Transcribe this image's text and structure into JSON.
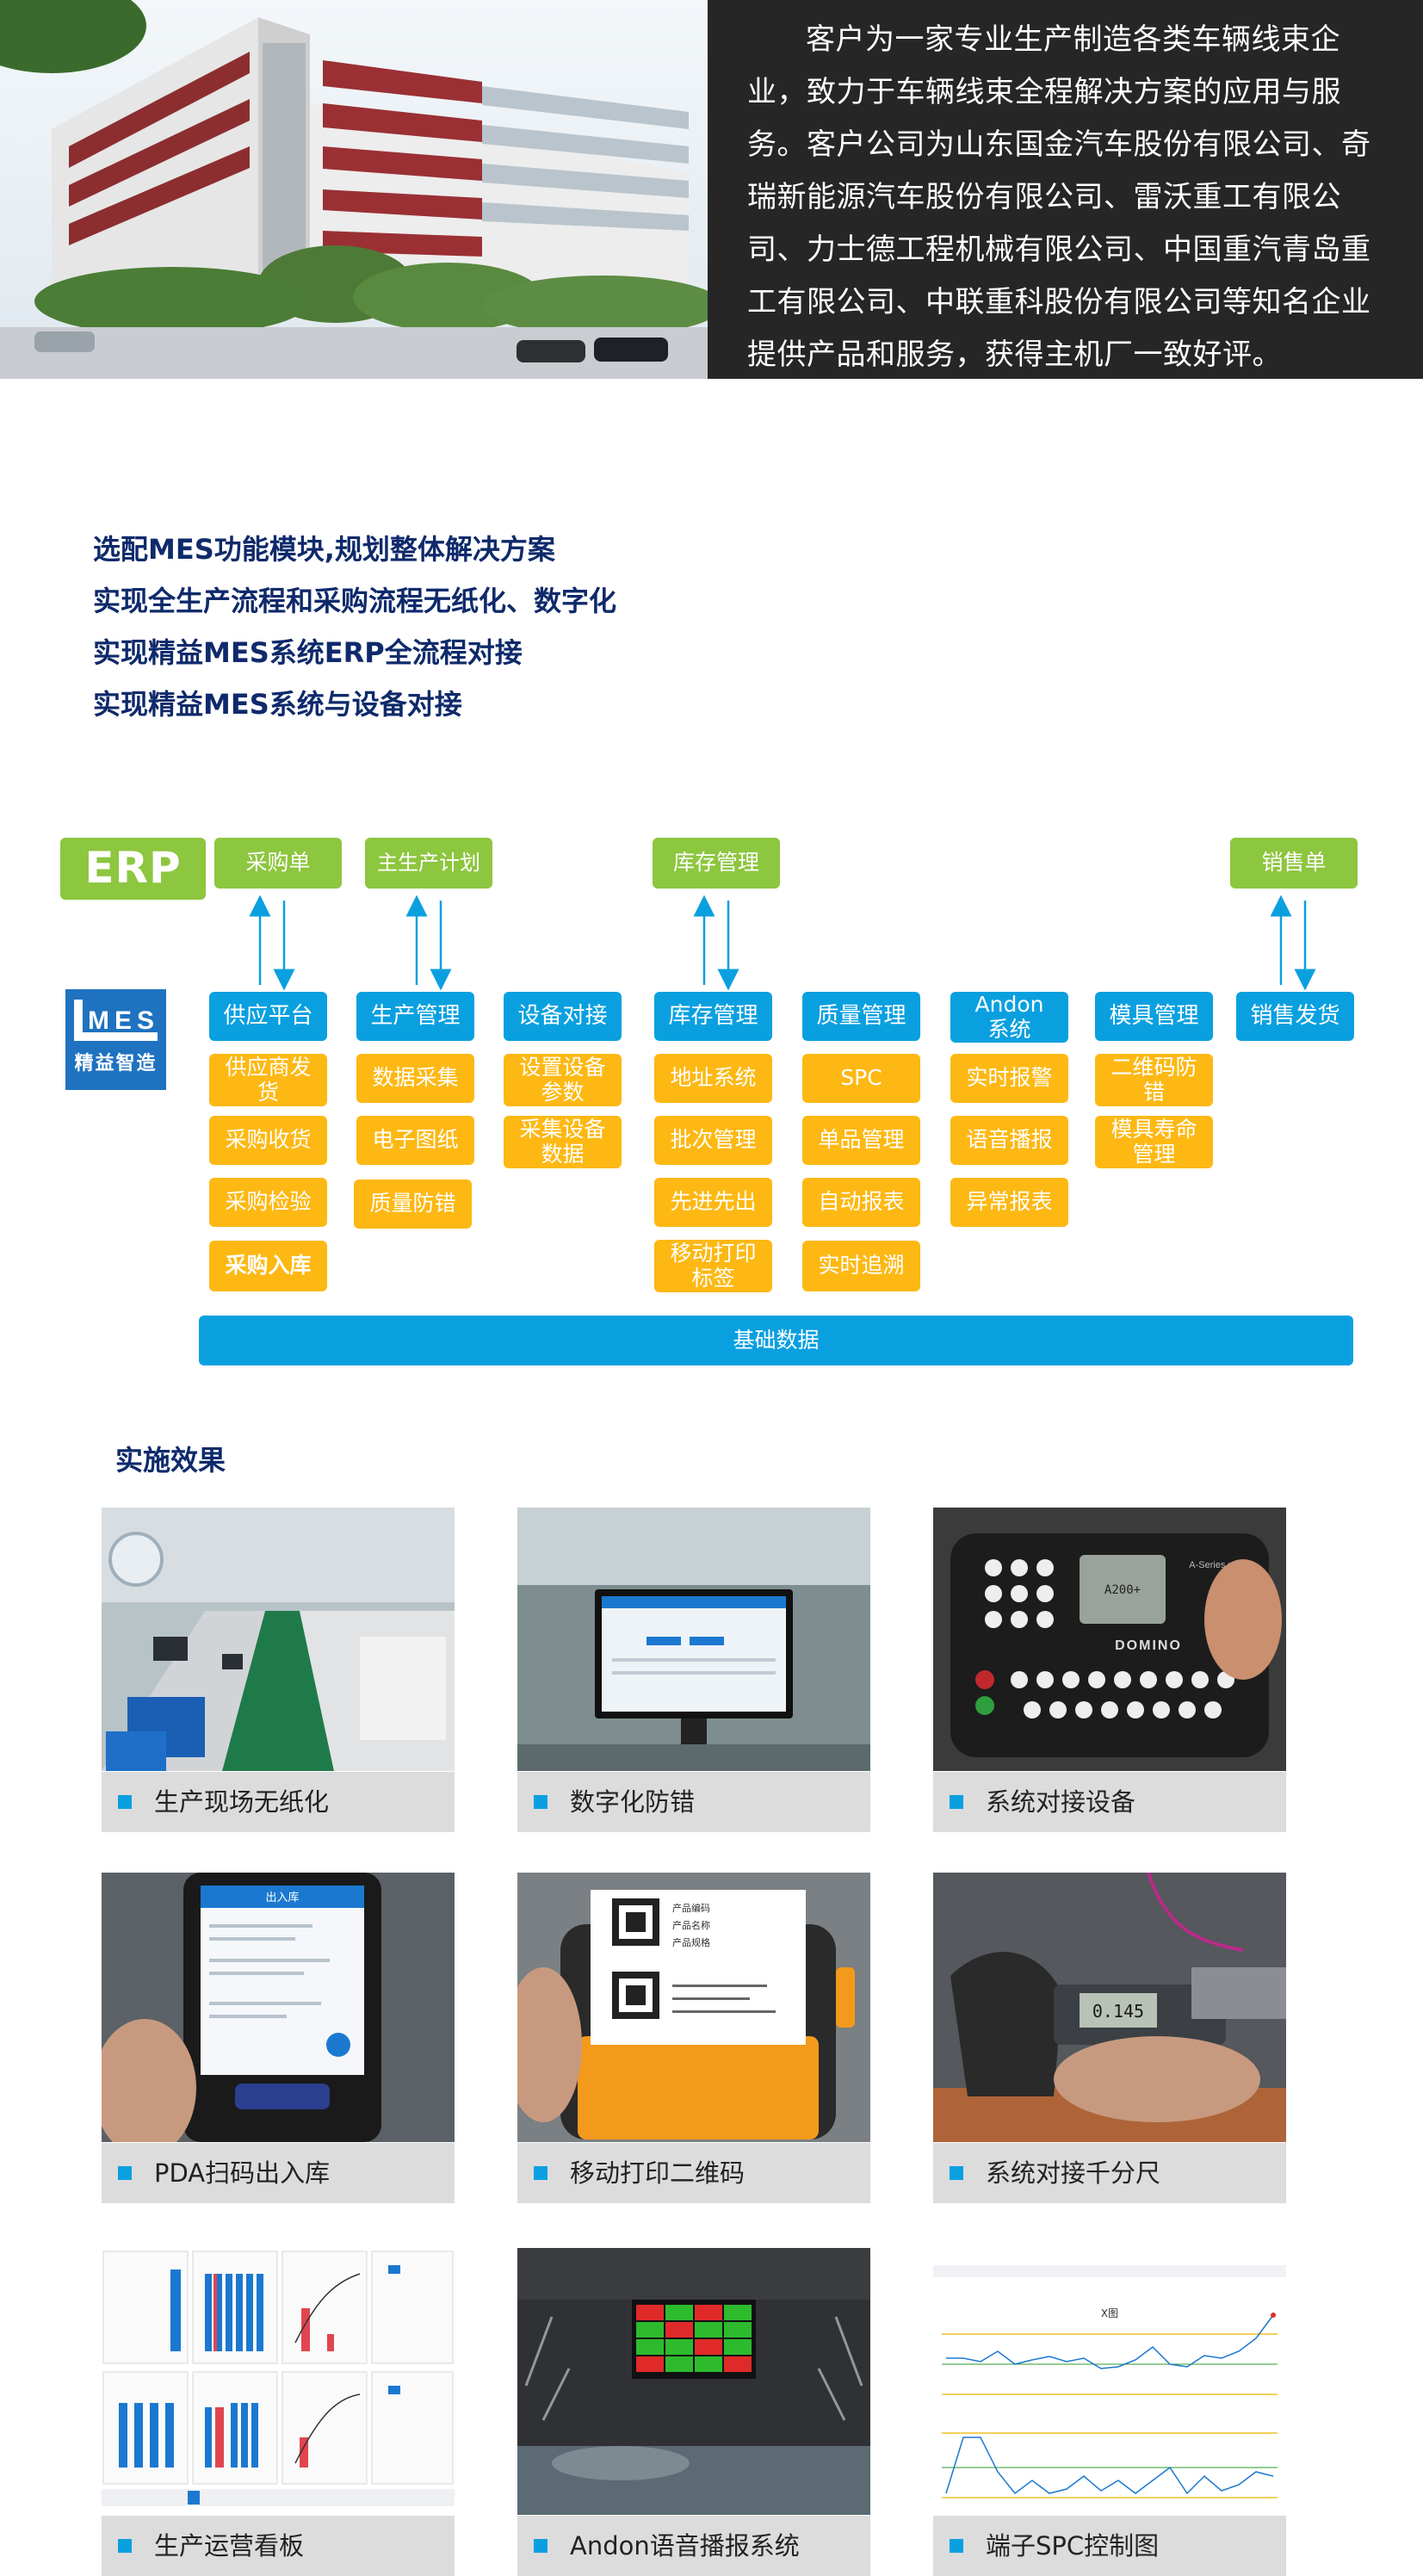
{
  "hero": {
    "text": "客户为一家专业生产制造各类车辆线束企业，致力于车辆线束全程解决方案的应用与服务。客户公司为山东国金汽车股份有限公司、奇瑞新能源汽车股份有限公司、雷沃重工有限公司、力士德工程机械有限公司、中国重汽青岛重工有限公司、中联重科股份有限公司等知名企业提供产品和服务，获得主机厂一致好评。"
  },
  "goals": [
    "选配MES功能模块,规划整体解决方案",
    "实现全生产流程和采购流程无纸化、数字化",
    "实现精益MES系统ERP全流程对接",
    "实现精益MES系统与设备对接"
  ],
  "architecture": {
    "erp": "ERP",
    "erp_items": [
      "采购单",
      "主生产计划",
      "库存管理",
      "销售单"
    ],
    "mes_logo": {
      "title": "MES",
      "subtitle": "精益智造"
    },
    "modules": [
      {
        "name": "供应平台",
        "items": [
          "供应商发货",
          "采购收货",
          "采购检验",
          "采购入库"
        ]
      },
      {
        "name": "生产管理",
        "items": [
          "数据采集",
          "电子图纸",
          "质量防错"
        ]
      },
      {
        "name": "设备对接",
        "items": [
          "设置设备参数",
          "采集设备数据"
        ]
      },
      {
        "name": "库存管理",
        "items": [
          "地址系统",
          "批次管理",
          "先进先出",
          "移动打印标签"
        ]
      },
      {
        "name": "质量管理",
        "items": [
          "SPC",
          "单品管理",
          "自动报表",
          "实时追溯"
        ]
      },
      {
        "name": "Andon系统",
        "items": [
          "实时报警",
          "语音播报",
          "异常报表"
        ]
      },
      {
        "name": "模具管理",
        "items": [
          "二维码防错",
          "模具寿命管理"
        ]
      },
      {
        "name": "销售发货",
        "items": []
      }
    ],
    "base": "基础数据"
  },
  "results": {
    "title": "实施效果",
    "tiles": [
      {
        "caption": "生产现场无纸化"
      },
      {
        "caption": "数字化防错"
      },
      {
        "caption": "系统对接设备"
      },
      {
        "caption": "PDA扫码出入库"
      },
      {
        "caption": "移动打印二维码"
      },
      {
        "caption": "系统对接千分尺"
      },
      {
        "caption": "生产运营看板"
      },
      {
        "caption": "Andon语音播报系统"
      },
      {
        "caption": "端子SPC控制图"
      }
    ],
    "pda_screen_title": "出入库",
    "printer_label_lines": [
      "产品编码",
      "产品名称",
      "产品规格"
    ],
    "marking_brand": "DOMINO",
    "marking_model": "A-Series plus",
    "marking_display": "A200+",
    "micrometer_reading": "0.145",
    "spc_chart_title": "X图"
  },
  "colors": {
    "navy": "#0f2a6b",
    "green": "#8dc63f",
    "blue": "#0aa0e0",
    "orange": "#fdb813",
    "hero_panel": "#262626",
    "caption_bg": "#dcdcdc"
  }
}
